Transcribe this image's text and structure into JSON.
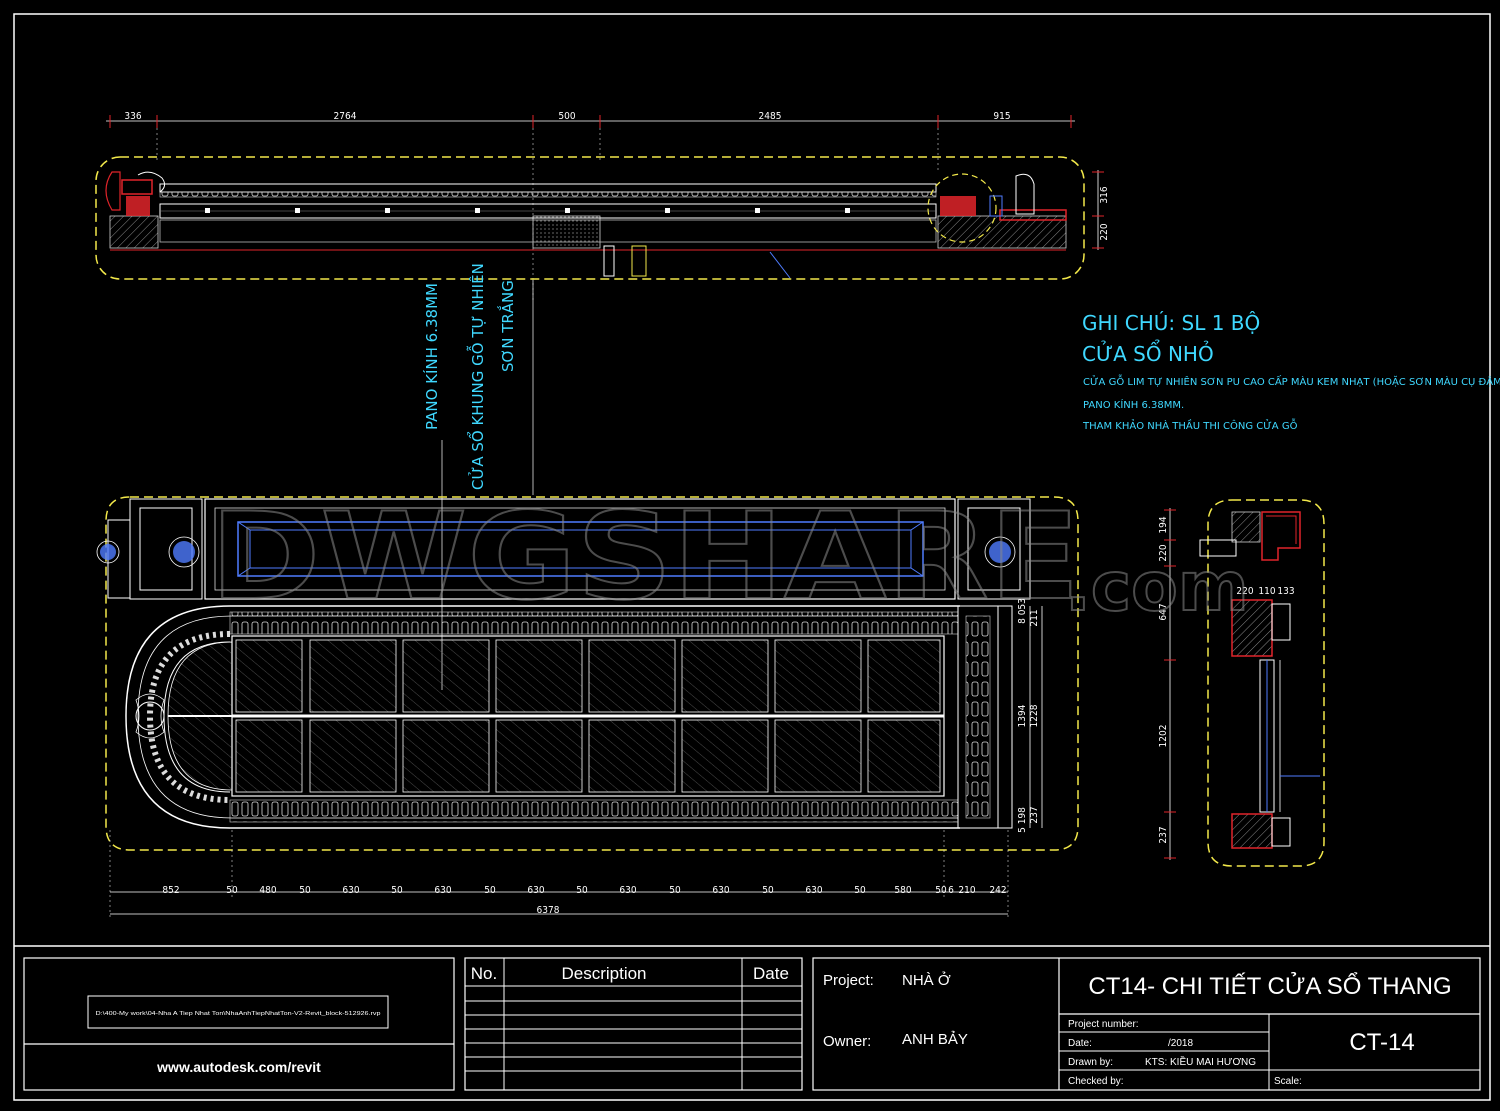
{
  "top_dims": [
    "336",
    "2764",
    "500",
    "2485",
    "915"
  ],
  "top_side_dims": [
    "316",
    "220"
  ],
  "vertical_note": {
    "line1": "PANO KÍNH 6.38MM",
    "line2": "CỬA SỔ KHUNG GỖ TỰ NHIÊN",
    "line3": "SƠN TRẮNG"
  },
  "notes": {
    "title1": "GHI CHÚ: SL 1 BỘ",
    "title2": "CỬA SỔ NHỎ",
    "line1": "CỬA GỖ LIM TỰ NHIÊN SƠN PU CAO CẤP MÀU KEM NHẠT (HOẶC SƠN MÀU CỤ ĐẬM)",
    "line2": "PANO KÍNH 6.38MM.",
    "line3": "THAM KHẢO NHÀ THẦU THI CÔNG CỬA GỖ"
  },
  "watermark": {
    "big": "DWGSHARE",
    "small": ".com"
  },
  "bottom_dims": [
    "852",
    "50",
    "480",
    "50",
    "630",
    "50",
    "630",
    "50",
    "630",
    "50",
    "630",
    "50",
    "630",
    "50",
    "630",
    "50",
    "580",
    "50",
    "210",
    "242"
  ],
  "bottom_dims_extra": [
    "6",
    "6378"
  ],
  "right_dims_front": [
    "1394",
    "1228",
    "8 053",
    "211",
    "5 198",
    "237"
  ],
  "section_dims_left": [
    "194",
    "220",
    "647",
    "1202",
    "237"
  ],
  "section_dims_inner": [
    "220",
    "110",
    "133"
  ],
  "title_block": {
    "file_path": "D:\\400-My work\\04-Nha A Tiep Nhat Ton\\NhaAnhTiepNhatTon-V2-Revit_block-512926.rvp",
    "website": "www.autodesk.com/revit",
    "rev_headers": [
      "No.",
      "Description",
      "Date"
    ],
    "project_label": "Project:",
    "project_value": "NHÀ Ở",
    "owner_label": "Owner:",
    "owner_value": "ANH BẢY",
    "sheet_title": "CT14- CHI TIẾT CỬA SỔ THANG",
    "project_number_label": "Project number:",
    "date_label": "Date:",
    "date_value": "/2018",
    "drawn_by_label": "Drawn by:",
    "drawn_by_value": "KTS: KIỀU MAI HƯƠNG",
    "checked_by_label": "Checked by:",
    "sheet_number": "CT-14",
    "scale_label": "Scale:"
  },
  "colors": {
    "background": "#000000",
    "line_white": "#ffffff",
    "dim_yellow": "#f2e84a",
    "cut_red": "#e0242a",
    "note_cyan": "#3fd8ff",
    "hidden_blue": "#4f7cff"
  }
}
